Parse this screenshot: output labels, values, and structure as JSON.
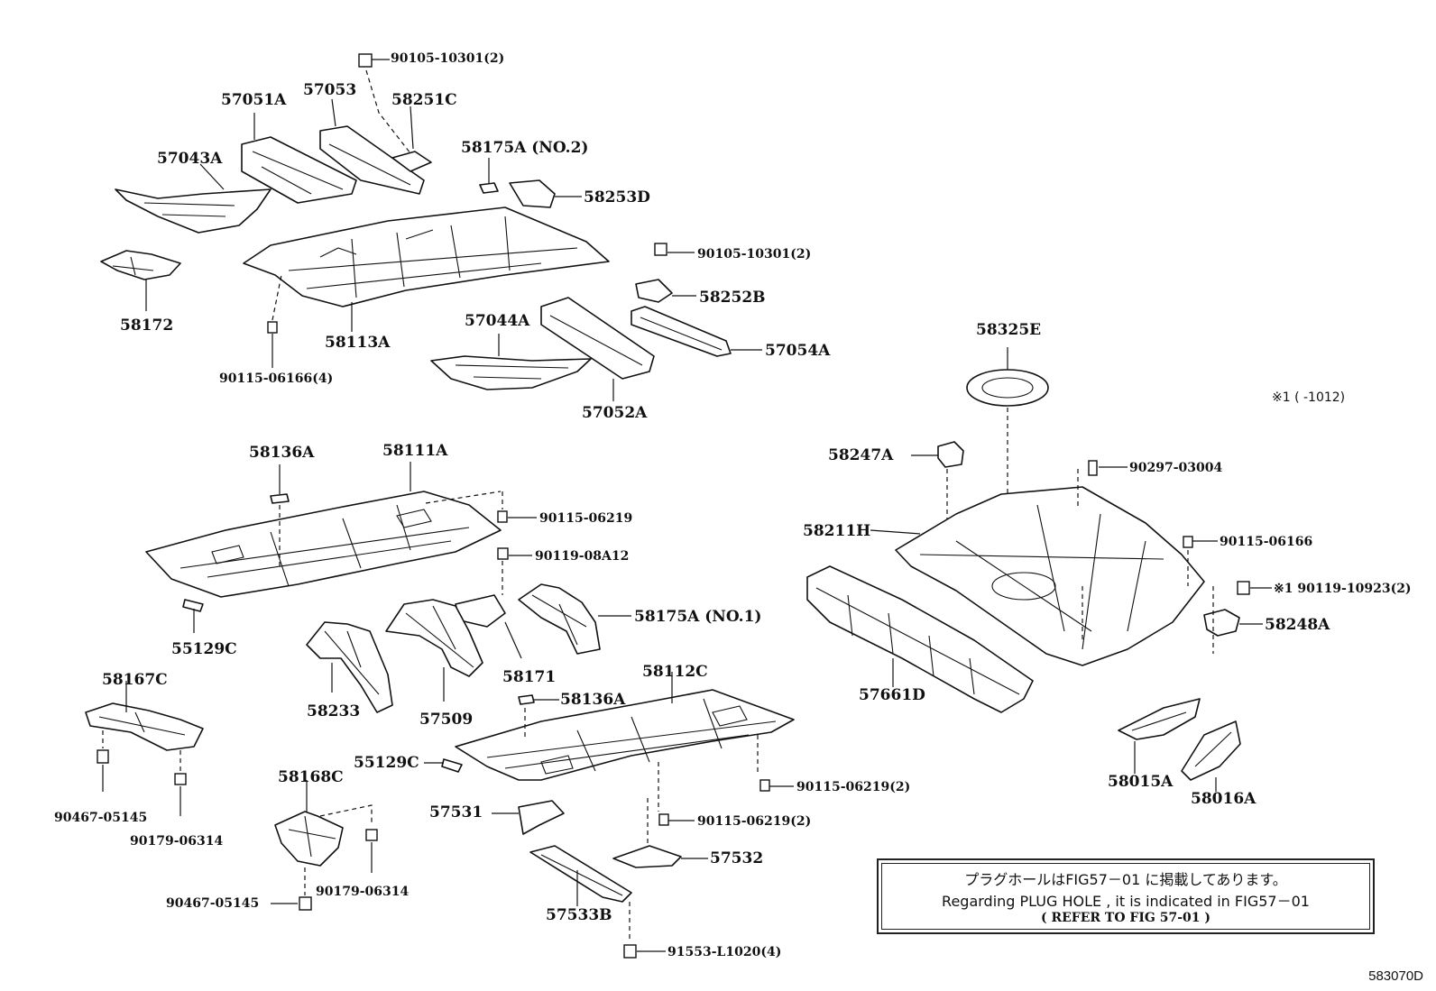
{
  "labels": {
    "p90105_top": "90105-10301(2)",
    "p57051A": "57051A",
    "p57053": "57053",
    "p58251C": "58251C",
    "p58175A_no2": "58175A (NO.2)",
    "p57043A": "57043A",
    "p58253D": "58253D",
    "p90105_mid": "90105-10301(2)",
    "p58172": "58172",
    "p58252B": "58252B",
    "p58113A": "58113A",
    "p57044A": "57044A",
    "p57054A": "57054A",
    "p90115_06166_4": "90115-06166(4)",
    "p57052A": "57052A",
    "p58325E": "58325E",
    "p58136A_top": "58136A",
    "p58111A": "58111A",
    "p90115_06219": "90115-06219",
    "p90119_08A12": "90119-08A12",
    "p58175A_no1": "58175A (NO.1)",
    "p55129C_top": "55129C",
    "p58171": "58171",
    "p58233": "58233",
    "p57509": "57509",
    "p58112C": "58112C",
    "p58136A_mid": "58136A",
    "p58167C": "58167C",
    "p55129C_mid": "55129C",
    "p90115_06219_2a": "90115-06219(2)",
    "p57531": "57531",
    "p90115_06219_2b": "90115-06219(2)",
    "p58168C": "58168C",
    "p57532": "57532",
    "p90467_a": "90467-05145",
    "p90179_a": "90179-06314",
    "p90179_b": "90179-06314",
    "p90467_b": "90467-05145",
    "p57533B": "57533B",
    "p91553": "91553-L1020(4)",
    "p58247A": "58247A",
    "p90297": "90297-03004",
    "p58211H": "58211H",
    "p90115_06166": "90115-06166",
    "p90119_10923": "※1 90119-10923(2)",
    "p58248A": "58248A",
    "p57661D": "57661D",
    "p58015A": "58015A",
    "p58016A": "58016A"
  },
  "footnote_marker": "※1 (      -1012)",
  "note": {
    "line1": "プラグホールはFIG57－01 に掲載してあります。",
    "line2": "Regarding  PLUG HOLE , it is indicated  in  FIG57－01",
    "line3": "( REFER  TO  FIG  57-01  )"
  },
  "figure_id": "583070D"
}
